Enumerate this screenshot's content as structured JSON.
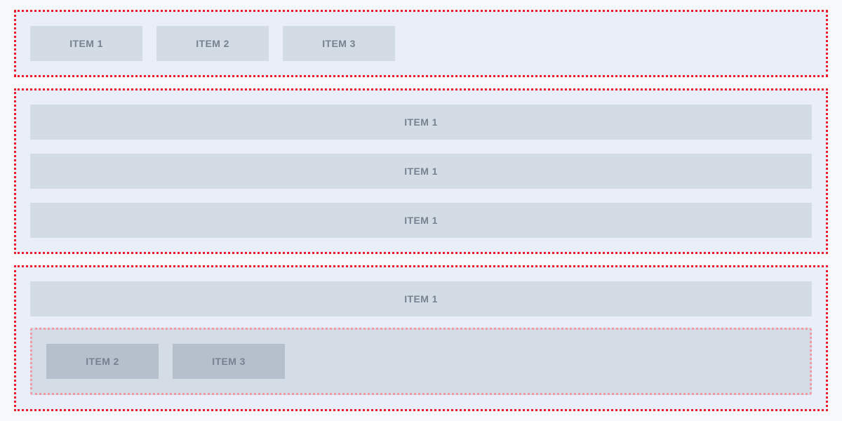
{
  "colors": {
    "page_bg": "#f7f9fb",
    "section_bg": "#e9eef8",
    "section_border": "#ec1b2d",
    "item_bg": "#d3dbe5",
    "item_text": "#76828f",
    "nested_bg": "#d4dce6",
    "nested_border": "#f29aa4",
    "nested_item_bg": "#b6c0cd"
  },
  "sections": [
    {
      "layout": "horizontal-row",
      "items": [
        "ITEM 1",
        "ITEM 2",
        "ITEM 3"
      ]
    },
    {
      "layout": "vertical-stack",
      "items": [
        "ITEM 1",
        "ITEM 1",
        "ITEM 1"
      ]
    },
    {
      "layout": "mixed",
      "items": [
        "ITEM 1"
      ],
      "nested": {
        "layout": "horizontal-row",
        "items": [
          "ITEM 2",
          "ITEM 3"
        ]
      }
    }
  ]
}
